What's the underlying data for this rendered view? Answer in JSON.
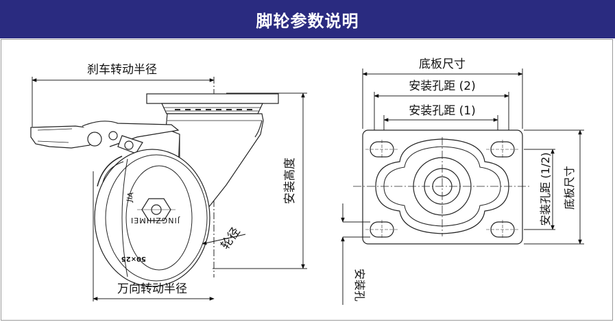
{
  "header": {
    "title": "脚轮参数说明",
    "background": "#2a2b80",
    "text_color": "#ffffff"
  },
  "side_view": {
    "labels": {
      "brake_swivel_radius": "刹车转动半径",
      "swivel_radius": "万向转动半径",
      "mount_height": "安装高度",
      "wheel_diameter": "轮径"
    },
    "wheel_text": {
      "brand_top": "JIA",
      "brand_main": "JINGZHIMEI",
      "size": "50×25"
    }
  },
  "top_view": {
    "labels": {
      "plate_size": "底板尺寸",
      "hole_spacing_2": "安装孔距 (2)",
      "hole_spacing_1": "安装孔距 (1)",
      "hole_spacing_half": "安装孔距 (1/2)",
      "plate_size_side": "底板尺寸",
      "mount_hole": "安装孔"
    }
  }
}
